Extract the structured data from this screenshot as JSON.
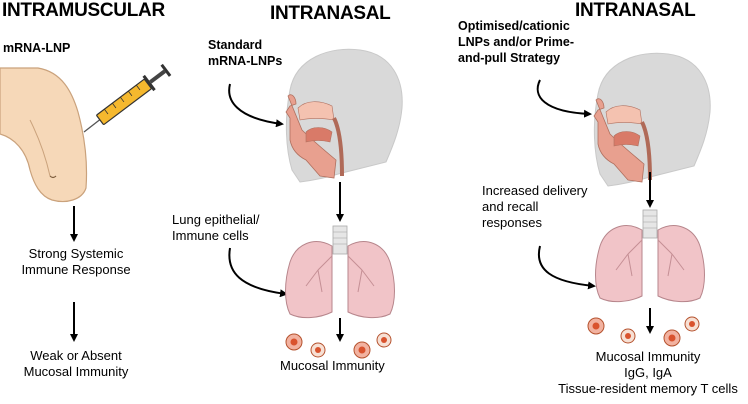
{
  "headings": {
    "intramuscular": "INTRAMUSCULAR",
    "intranasal_mid": "INTRANASAL",
    "intranasal_right": "INTRANASAL"
  },
  "left": {
    "vaccine_label": "mRNA-LNP",
    "systemic_line1": "Strong Systemic",
    "systemic_line2": "Immune Response",
    "mucosal_line1": "Weak or Absent",
    "mucosal_line2": "Mucosal Immunity"
  },
  "middle": {
    "vaccine_line1": "Standard",
    "vaccine_line2": "mRNA-LNPs",
    "target_line1": "Lung epithelial/",
    "target_line2": "Immune cells",
    "outcome": "Mucosal Immunity"
  },
  "right": {
    "vaccine_line1": "Optimised/cationic",
    "vaccine_line2": "LNPs and/or Prime-",
    "vaccine_line3": "and-pull Strategy",
    "note_line1": "Increased delivery",
    "note_line2": "and recall",
    "note_line3": "responses",
    "outcome_line1": "Mucosal Immunity",
    "outcome_line2": "IgG, IgA",
    "outcome_line3": "Tissue-resident memory T cells"
  },
  "colors": {
    "skin": "#f6d8b8",
    "skin_edge": "#caa27c",
    "syringe_fill": "#f5b82e",
    "lung": "#f1c4c8",
    "lung_edge": "#b7868c",
    "head_grey": "#d9d9d9",
    "nasal": "#e8a08f",
    "cell": "#d9532e"
  }
}
